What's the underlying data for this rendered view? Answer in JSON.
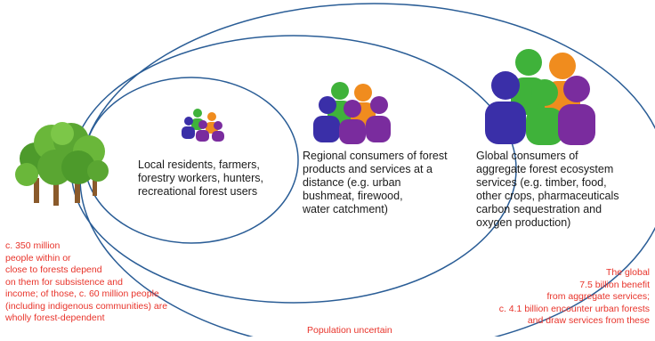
{
  "groups": [
    {
      "label_lines": [
        "Local residents, farmers,",
        "forestry workers, hunters,",
        "recreational forest users"
      ]
    },
    {
      "label_lines": [
        "Regional consumers of forest",
        "products and services at a",
        "distance (e.g. urban",
        "bushmeat, firewood,",
        "water catchment)"
      ]
    },
    {
      "label_lines": [
        "Global consumers of",
        "aggregate forest ecosystem",
        "services (e.g. timber, food,",
        "other crops, pharmaceuticals",
        "carbon sequestration and",
        "oxygen production)"
      ]
    }
  ],
  "notes": {
    "left_lines": [
      "c. 350 million",
      "people within or",
      "close to forests depend",
      "on them for subsistence and",
      "income; of those, c. 60 million people",
      "(including indigenous communities) are",
      "wholly forest-dependent"
    ],
    "center": "Population uncertain",
    "right_lines": [
      "The global",
      "7.5 billion benefit",
      "from aggregate services;",
      "c. 4.1 billion encounter urban forests",
      "and draw services from these"
    ]
  },
  "colors": {
    "ellipse_stroke": "#2a5d96",
    "note_text": "#e8332a",
    "label_text": "#1a1a1a",
    "person_blue": "#3a2fa8",
    "person_green": "#3fb23a",
    "person_orange": "#f08c1e",
    "person_purple": "#7a2c9e",
    "tree_green": "#5aa632",
    "tree_trunk": "#8a5a2b"
  },
  "icons": {
    "forest": "forest-trees-icon",
    "people": "people-group-icon"
  }
}
